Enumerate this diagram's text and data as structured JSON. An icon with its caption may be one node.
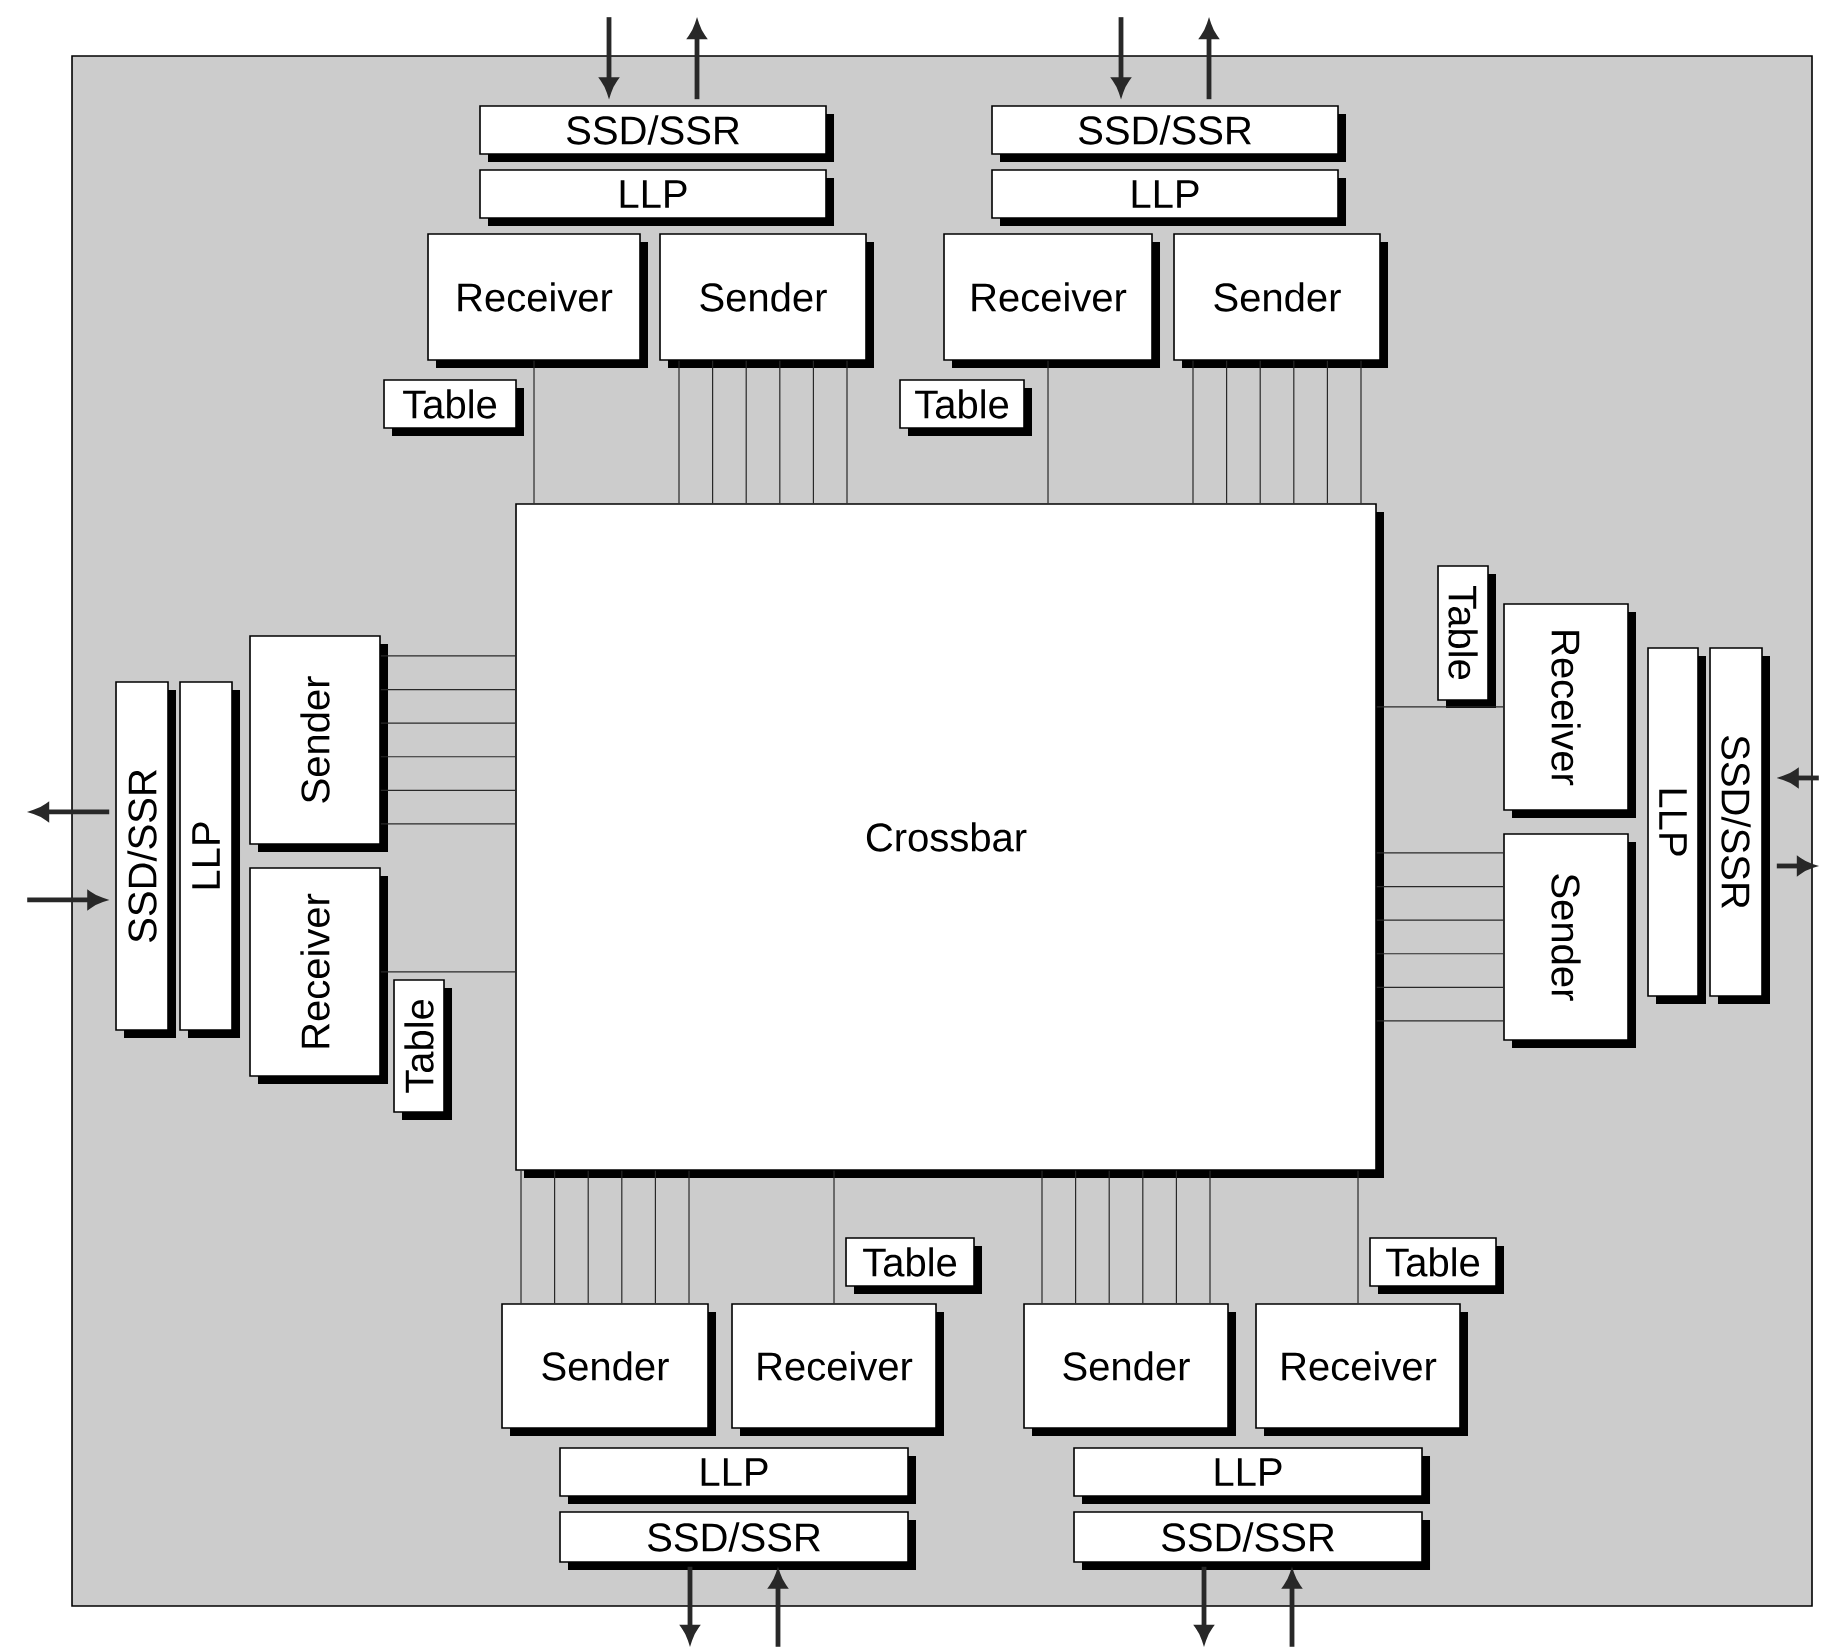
{
  "diagram": {
    "nodes": [
      {
        "text": [],
        "shape": "box"
      },
      {
        "text": [
          "SSD/SSR"
        ],
        "in": 0
      },
      {
        "text": [
          "LLP"
        ],
        "in": 0
      },
      {
        "text": [
          "Receiver"
        ],
        "in": 0
      },
      {
        "text": [
          "Sender"
        ],
        "in": 0
      },
      {
        "text": [
          "Table"
        ],
        "in": 0
      },
      {
        "text": [
          "SSD/SSR"
        ],
        "in": 0
      },
      {
        "text": [
          "LLP"
        ],
        "in": 0
      },
      {
        "text": [
          "Receiver"
        ],
        "in": 0
      },
      {
        "text": [
          "Sender"
        ],
        "in": 0
      },
      {
        "text": [
          "Table"
        ],
        "in": 0
      },
      {
        "text": [
          "SSD/SSR"
        ],
        "in": 0
      },
      {
        "text": [
          "LLP"
        ],
        "in": 0
      },
      {
        "text": [
          "Receiver"
        ],
        "in": 0
      },
      {
        "text": [
          "Sender"
        ],
        "in": 0
      },
      {
        "text": [
          "Table"
        ],
        "in": 0
      },
      {
        "text": [
          "Crossbar"
        ],
        "in": 0
      },
      {
        "text": [
          "SSD/SSR"
        ],
        "in": 0
      },
      {
        "text": [
          "LLP"
        ],
        "in": 0
      },
      {
        "text": [
          "Receiver"
        ],
        "in": 0
      },
      {
        "text": [
          "Sender"
        ],
        "in": 0
      },
      {
        "text": [
          "Table"
        ],
        "in": 0
      },
      {
        "text": [
          "SSD/SSR"
        ],
        "in": 0
      },
      {
        "text": [
          "LLP"
        ],
        "in": 0
      },
      {
        "text": [
          "Receiver"
        ],
        "in": 0
      },
      {
        "text": [
          "Sender"
        ],
        "in": 0
      },
      {
        "text": [
          "Table"
        ],
        "in": 0
      },
      {
        "text": [
          "SSD/SSR"
        ],
        "in": 0
      },
      {
        "text": [
          "LLP"
        ],
        "in": 0
      },
      {
        "text": [
          "Receiver"
        ],
        "in": 0
      },
      {
        "text": [
          "Sender"
        ],
        "in": 0
      },
      {
        "text": [
          "Table"
        ],
        "in": 0
      }
    ],
    "edges": [
      {
        "from": null,
        "to": 1,
        "arrow": "to",
        "style": "thick"
      },
      {
        "from": 1,
        "to": null,
        "arrow": "to",
        "style": "thick"
      },
      {
        "from": 3,
        "to": 16,
        "arrow": "none"
      },
      {
        "from": 4,
        "to": 16,
        "arrow": "none"
      },
      {
        "from": 4,
        "to": 16,
        "arrow": "none"
      },
      {
        "from": 4,
        "to": 16,
        "arrow": "none"
      },
      {
        "from": 4,
        "to": 16,
        "arrow": "none"
      },
      {
        "from": 4,
        "to": 16,
        "arrow": "none"
      },
      {
        "from": 4,
        "to": 16,
        "arrow": "none"
      },
      {
        "from": null,
        "to": 6,
        "arrow": "to",
        "style": "thick"
      },
      {
        "from": 6,
        "to": null,
        "arrow": "to",
        "style": "thick"
      },
      {
        "from": 8,
        "to": 16,
        "arrow": "none"
      },
      {
        "from": 9,
        "to": 16,
        "arrow": "none"
      },
      {
        "from": 9,
        "to": 16,
        "arrow": "none"
      },
      {
        "from": 9,
        "to": 16,
        "arrow": "none"
      },
      {
        "from": 9,
        "to": 16,
        "arrow": "none"
      },
      {
        "from": 9,
        "to": 16,
        "arrow": "none"
      },
      {
        "from": 9,
        "to": 16,
        "arrow": "none"
      },
      {
        "from": null,
        "to": 11,
        "arrow": "to",
        "style": "thick"
      },
      {
        "from": 11,
        "to": null,
        "arrow": "to",
        "style": "thick"
      },
      {
        "from": 13,
        "to": 16,
        "arrow": "none"
      },
      {
        "from": 14,
        "to": 16,
        "arrow": "none"
      },
      {
        "from": 14,
        "to": 16,
        "arrow": "none"
      },
      {
        "from": 14,
        "to": 16,
        "arrow": "none"
      },
      {
        "from": 14,
        "to": 16,
        "arrow": "none"
      },
      {
        "from": 14,
        "to": 16,
        "arrow": "none"
      },
      {
        "from": 14,
        "to": 16,
        "arrow": "none"
      },
      {
        "from": null,
        "to": 17,
        "arrow": "to",
        "style": "thick"
      },
      {
        "from": 17,
        "to": null,
        "arrow": "to",
        "style": "thick"
      },
      {
        "from": 19,
        "to": 16,
        "arrow": "none"
      },
      {
        "from": 20,
        "to": 16,
        "arrow": "none"
      },
      {
        "from": 20,
        "to": 16,
        "arrow": "none"
      },
      {
        "from": 20,
        "to": 16,
        "arrow": "none"
      },
      {
        "from": 20,
        "to": 16,
        "arrow": "none"
      },
      {
        "from": 20,
        "to": 16,
        "arrow": "none"
      },
      {
        "from": 20,
        "to": 16,
        "arrow": "none"
      },
      {
        "from": null,
        "to": 22,
        "arrow": "to",
        "style": "thick"
      },
      {
        "from": 22,
        "to": null,
        "arrow": "to",
        "style": "thick"
      },
      {
        "from": 24,
        "to": 16,
        "arrow": "none"
      },
      {
        "from": 25,
        "to": 16,
        "arrow": "none"
      },
      {
        "from": 25,
        "to": 16,
        "arrow": "none"
      },
      {
        "from": 25,
        "to": 16,
        "arrow": "none"
      },
      {
        "from": 25,
        "to": 16,
        "arrow": "none"
      },
      {
        "from": 25,
        "to": 16,
        "arrow": "none"
      },
      {
        "from": 25,
        "to": 16,
        "arrow": "none"
      },
      {
        "from": null,
        "to": 27,
        "arrow": "to",
        "style": "thick"
      },
      {
        "from": 27,
        "to": null,
        "arrow": "to",
        "style": "thick"
      },
      {
        "from": 29,
        "to": 16,
        "arrow": "none"
      },
      {
        "from": 30,
        "to": 16,
        "arrow": "none"
      },
      {
        "from": 30,
        "to": 16,
        "arrow": "none"
      },
      {
        "from": 30,
        "to": 16,
        "arrow": "none"
      },
      {
        "from": 30,
        "to": 16,
        "arrow": "none"
      },
      {
        "from": 30,
        "to": 16,
        "arrow": "none"
      },
      {
        "from": 30,
        "to": 16,
        "arrow": "none"
      }
    ]
  }
}
